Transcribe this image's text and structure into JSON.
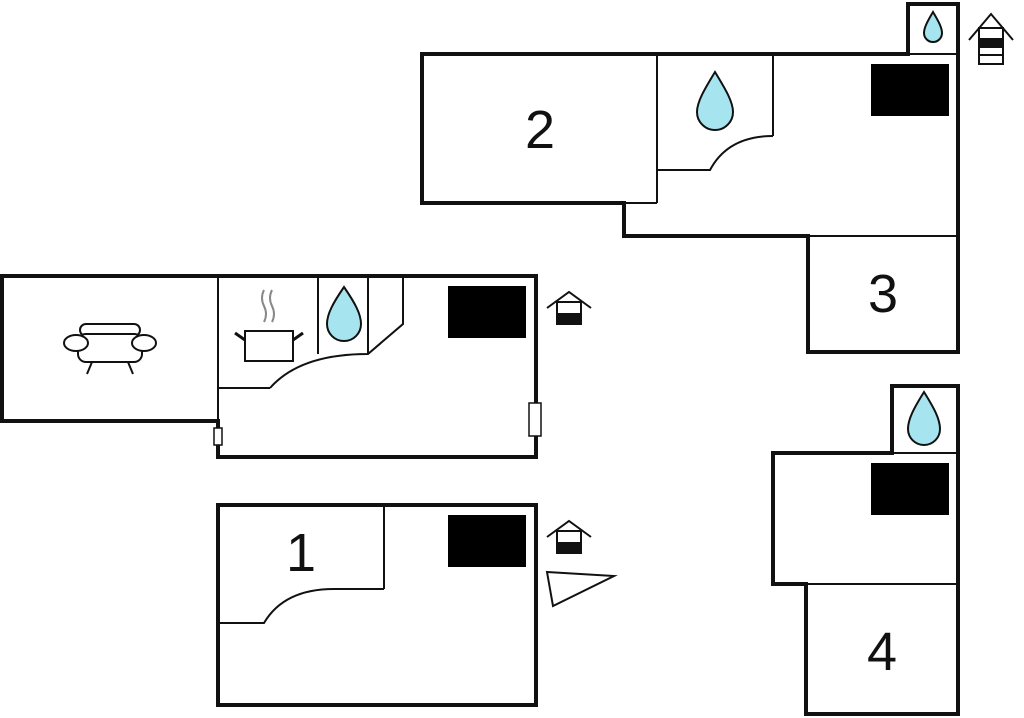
{
  "rooms": [
    {
      "id": "room-1",
      "number": "1"
    },
    {
      "id": "room-2",
      "number": "2"
    },
    {
      "id": "room-3",
      "number": "3"
    },
    {
      "id": "room-4",
      "number": "4"
    }
  ],
  "icons": {
    "water": "water-drop-icon",
    "stairs": "stairs-icon",
    "entrance": "entrance-house-icon",
    "sofa": "sofa-icon",
    "cooking_pot": "cooking-pot-icon",
    "direction": "direction-pointer-icon"
  },
  "colors": {
    "water_fill": "#a6e4ef",
    "walls": "#111111",
    "steam": "#888888",
    "background": "#ffffff"
  }
}
